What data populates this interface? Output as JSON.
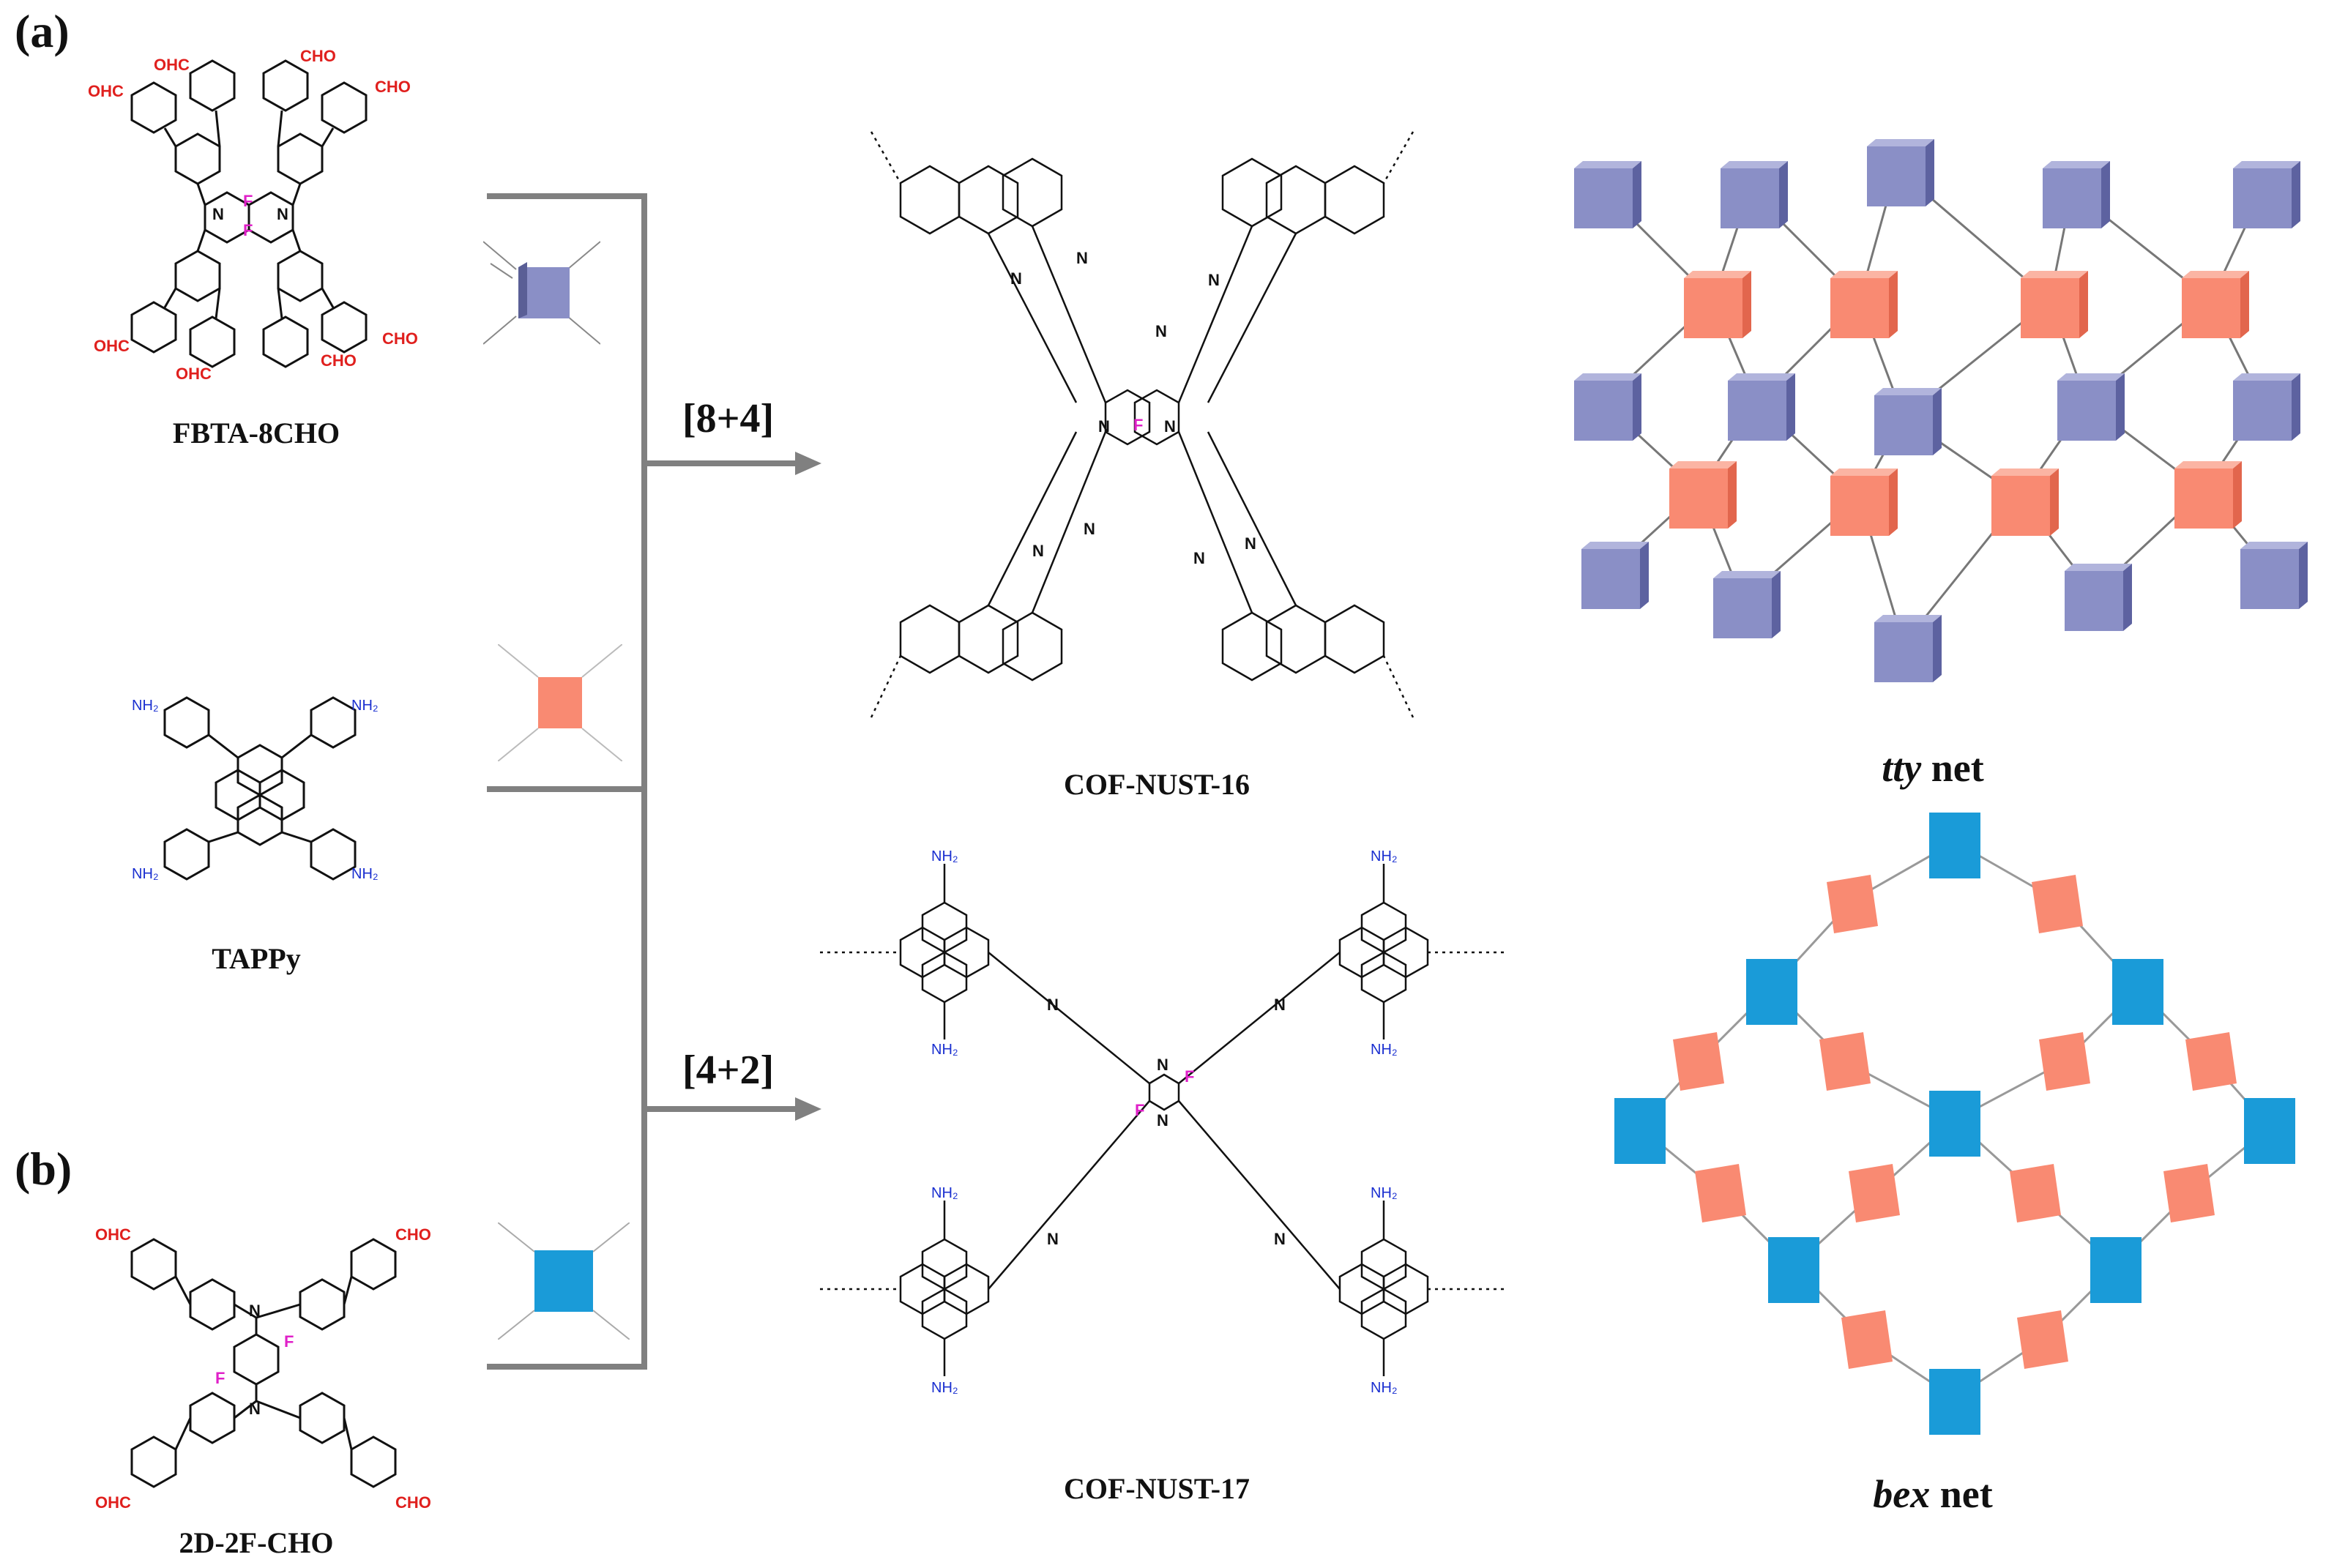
{
  "panels": {
    "a": "(a)",
    "b": "(b)"
  },
  "monomers": {
    "fbta": "FBTA-8CHO",
    "tappy": "TAPPy",
    "dfcho": "2D-2F-CHO"
  },
  "reactions": {
    "r1": "[8+4]",
    "r2": "[4+2]"
  },
  "products": {
    "cof16": "COF-NUST-16",
    "cof17": "COF-NUST-17"
  },
  "nets": {
    "tty": {
      "name": "tty",
      "suffix": " net"
    },
    "bex": {
      "name": "bex",
      "suffix": " net"
    }
  },
  "groups": {
    "cho": "CHO",
    "ohc": "OHC",
    "nh2": "NH₂",
    "f": "F",
    "n": "N"
  },
  "colors": {
    "blue_node": "#8a8fc6",
    "salmon_node": "#f98a72",
    "cyan_node": "#1a9bd8",
    "arrow": "#808080",
    "cho": "#e0201e",
    "nh2": "#1a2fd0",
    "fluorine": "#e020c8"
  }
}
